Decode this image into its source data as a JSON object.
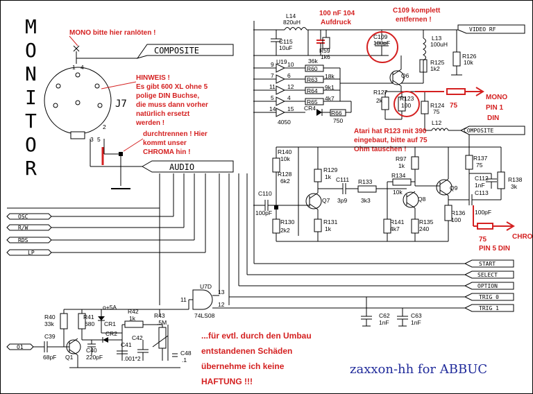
{
  "monitor_letters": [
    "M",
    "O",
    "N",
    "I",
    "T",
    "O",
    "R"
  ],
  "din_pins": {
    "p1": "1",
    "p4": "4",
    "p2": "2",
    "p3": "3",
    "p5": "5"
  },
  "jack": "J7",
  "connectors": {
    "composite": "COMPOSITE",
    "audio": "AUDIO",
    "video_rf": "VIDEO RF",
    "composite2": "COMPOSITE",
    "start": "START",
    "select": "SELECT",
    "option": "OPTION",
    "trig0": "TRIG 0",
    "trig1": "TRIG 1",
    "osc": "OSC",
    "rw": "R/W",
    "rds": "RDS",
    "lp": "LP",
    "o1": "O1"
  },
  "components": {
    "l14": "L14",
    "l14v": "820uH",
    "c115": "C115",
    "c115v": "10uF",
    "r59": "R59",
    "r59v": "1k6",
    "c109": "C109",
    "c109v": "180pF",
    "l13": "L13",
    "l13v": "100uH",
    "r126": "R126",
    "r126v": "10k",
    "r125": "R125",
    "r125v": "1k2",
    "q6": "Q6",
    "r127": "R127",
    "r127v": "2k",
    "r123": "R123",
    "r123v": "100",
    "r124": "R124",
    "r124v": "75",
    "l12": "L12",
    "u19": "U19",
    "u19p": "4050",
    "r60": "R60",
    "r60v": "36k",
    "r63": "R63",
    "r63v": "18k",
    "r64": "R64",
    "r64v": "9k1",
    "r65": "R65",
    "r65v": "4k7",
    "cr4": "CR4",
    "r66": "R66",
    "r66v": "750",
    "pin9": "9",
    "pin10": "10",
    "pin7": "7",
    "pin6": "6",
    "pin11": "11",
    "pin12": "12",
    "pin5": "5",
    "pin4": "4",
    "pin14": "14",
    "pin15": "15",
    "r140": "R140",
    "r140v": "10k",
    "r128": "R128",
    "r128v": "6k2",
    "r129": "R129",
    "r129v": "1k",
    "c111": "C111",
    "c111v": "3p9",
    "r133": "R133",
    "r133v": "3k3",
    "r97": "R97",
    "r97v": "1k",
    "r134": "R134",
    "r134v": "10k",
    "q7": "Q7",
    "q8": "Q8",
    "q9": "Q9",
    "r137": "R137",
    "r137v": "75",
    "c112": "C112",
    "c112v": "1nF",
    "c113": "C113",
    "c113v": "100pF",
    "r138": "R138",
    "r138v": "3k",
    "r136": "R136",
    "r136v": "100",
    "c110": "C110",
    "c110v": "100pF",
    "r130": "R130",
    "r130v": "2k2",
    "r131": "R131",
    "r131v": "1k",
    "r141": "R141",
    "r141v": "4k7",
    "r135": "R135",
    "r135v": "240",
    "u7d": "U7D",
    "u7dp": "74LS08",
    "u7p11": "11",
    "u7p12": "12",
    "u7p13": "13",
    "c62": "C62",
    "c62v": "1nF",
    "c63": "C63",
    "c63v": "1nF",
    "r40": "R40",
    "r40v": "33k",
    "r41": "R41",
    "r41v": "680",
    "plus5": "o+5A",
    "cr1": "CR1",
    "cr2": "CR2",
    "r42": "R42",
    "r42v": "1k",
    "r43": "R43",
    "r43v": ".5M",
    "c39": "C39",
    "c39v": "68pF",
    "q1": "Q1",
    "c40": "C40",
    "c40v": "220pF",
    "c41": "C41",
    "c42": "C42",
    "c4142v": ".001*2",
    "c48": "C48",
    "c48v": ".1"
  },
  "annotations": {
    "mono_solder": "MONO bitte hier ranlöten !",
    "hinweis": [
      "HINWEIS !",
      "Es gibt 600 XL ohne 5",
      "polige DIN Buchse,",
      "die muss dann vorher",
      "natürlich ersetzt",
      "werden !"
    ],
    "cut": [
      "durchtrennen ! Hier",
      "kommt unser",
      "CHROMA hin !"
    ],
    "cap_100nf": [
      "100 nF  104",
      "Aufdruck"
    ],
    "c109_remove": [
      "C109 komplett",
      "entfernen !"
    ],
    "r123_note": [
      "Atari hat R123 mit 390",
      "eingebaut, bitte auf  75",
      "Ohm tauschen !"
    ],
    "mono_75": "75",
    "mono_pin": [
      "MONO",
      "PIN 1",
      "DIN"
    ],
    "chroma_75": "75",
    "chroma_pin": [
      "PIN 5 DIN"
    ],
    "chroma": "CHROMA",
    "disclaimer": [
      "...für evtl. durch den Umbau",
      "entstandenen Schäden",
      "übernehme ich keine",
      "HAFTUNG !!!"
    ]
  },
  "credit": "zaxxon-hh for ABBUC"
}
